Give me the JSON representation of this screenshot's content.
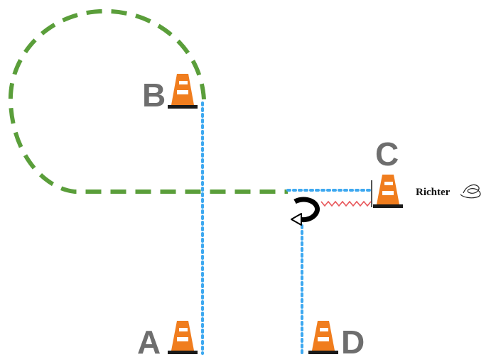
{
  "colors": {
    "background": "#ffffff",
    "dotted_path": "#3da8f0",
    "dashed_path": "#5a9e3a",
    "zigzag": "#e8565a",
    "cone_orange": "#f07d1e",
    "cone_base": "#1a1a1a",
    "label_gray": "#6e6e6e"
  },
  "cones": [
    {
      "id": "A",
      "label": "A",
      "icon": "traffic-cone-icon"
    },
    {
      "id": "B",
      "label": "B",
      "icon": "traffic-cone-icon"
    },
    {
      "id": "C",
      "label": "C",
      "icon": "traffic-cone-icon"
    },
    {
      "id": "D",
      "label": "D",
      "icon": "traffic-cone-icon"
    }
  ],
  "annotations": {
    "richter_text": "Richter",
    "richter_icon": "signature-scribble-icon",
    "rotation_icon": "curved-arrow-rotation-icon",
    "zigzag_icon": "zigzag-line-icon"
  }
}
